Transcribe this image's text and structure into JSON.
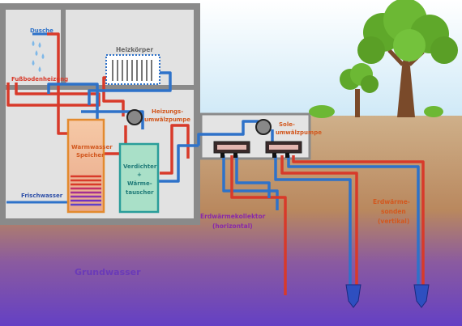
{
  "labels": {
    "dusche": "Dusche",
    "heizkoerper": "Heizkörper",
    "fussbodenheizung": "Fußbodenheizung",
    "heizungsumwaelzpumpe_1": "Heizungs-",
    "heizungsumwaelzpumpe_2": "umwälzpumpe",
    "warmwasser_1": "Warmwasser",
    "warmwasser_2": "Speicher",
    "verdichter_1": "Verdichter",
    "verdichter_2": "+",
    "verdichter_3": "Wärme-",
    "verdichter_4": "tauscher",
    "frischwasser": "Frischwasser",
    "sole_1": "Sole-",
    "sole_2": "umwälzpumpe",
    "kollektor_1": "Erdwärmekollektor",
    "kollektor_2": "(horizontal)",
    "sonden_1": "Erdwärme-",
    "sonden_2": "sonden",
    "sonden_3": "(vertikal)",
    "grundwasser": "Grundwasser"
  },
  "colors": {
    "hot_pipe": "#d83a2a",
    "cold_pipe": "#2e72c9",
    "wall": "#8a8a8a",
    "soil_top": "#c8a27a",
    "soil_bottom": "#6a42c0",
    "sky": "#cfe9f7",
    "label_orange": "#d2581f",
    "label_purple": "#8a2aa8",
    "label_cyan": "#2a9d9a",
    "label_blue": "#2a4fa8"
  }
}
